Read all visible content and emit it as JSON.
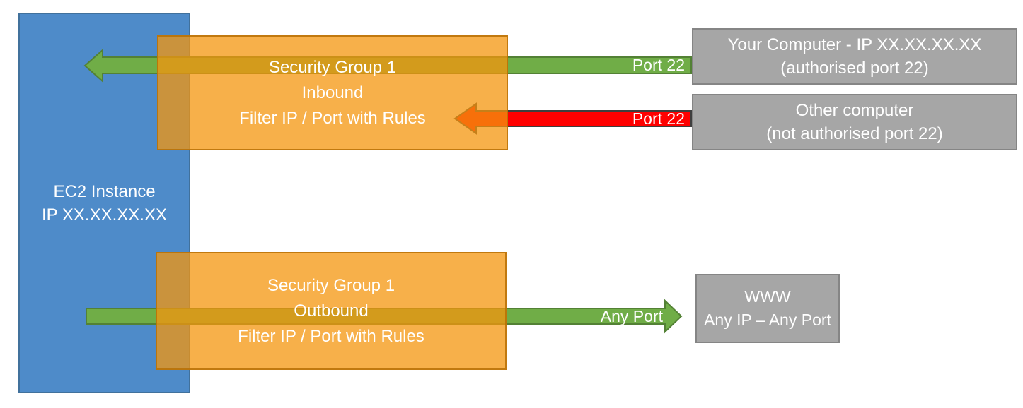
{
  "ec2": {
    "line1": "EC2 Instance",
    "line2": "IP XX.XX.XX.XX"
  },
  "sg_inbound": {
    "line1": "Security Group 1",
    "line2": "Inbound",
    "line3": "Filter IP / Port with Rules"
  },
  "sg_outbound": {
    "line1": "Security Group 1",
    "line2": "Outbound",
    "line3": "Filter IP / Port with Rules"
  },
  "your_computer": {
    "line1": "Your Computer - IP XX.XX.XX.XX",
    "line2": "(authorised port 22)"
  },
  "other_computer": {
    "line1": "Other computer",
    "line2": "(not authorised port 22)"
  },
  "www": {
    "line1": "WWW",
    "line2": "Any IP – Any Port"
  },
  "labels": {
    "inbound_allowed_port": "Port 22",
    "inbound_blocked_port": "Port 22",
    "outbound_port": "Any Port"
  },
  "colors": {
    "ec2_fill": "#4E8BC9",
    "ec2_border": "#41719C",
    "security_group_fill": "#F49A0E",
    "security_group_border": "#C2852B",
    "allowed_arrow_fill": "#70AD47",
    "allowed_arrow_border": "#538135",
    "blocked_arrow_fill": "#FF0000",
    "blocked_arrow_border": "#3F3F3F",
    "endpoint_fill": "#A6A6A6",
    "endpoint_border": "#858585",
    "text": "#FFFFFF"
  }
}
